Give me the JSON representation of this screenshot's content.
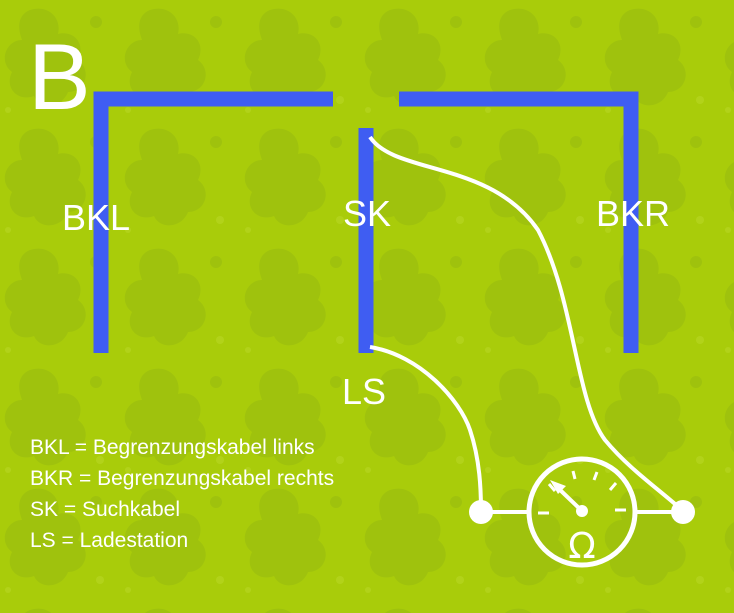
{
  "diagram": {
    "letter": "B",
    "labels": {
      "bkl": "BKL",
      "sk": "SK",
      "bkr": "BKR",
      "ls": "LS"
    },
    "meter_symbol": "Ω",
    "legend": [
      "BKL = Begrenzungskabel links",
      "BKR = Begrenzungskabel rechts",
      "SK = Suchkabel",
      "LS = Ladestation"
    ],
    "colors": {
      "background": "#a9cc0a",
      "pattern": "#9cc00e",
      "cable": "#3f5df2",
      "wire": "#ffffff"
    }
  }
}
